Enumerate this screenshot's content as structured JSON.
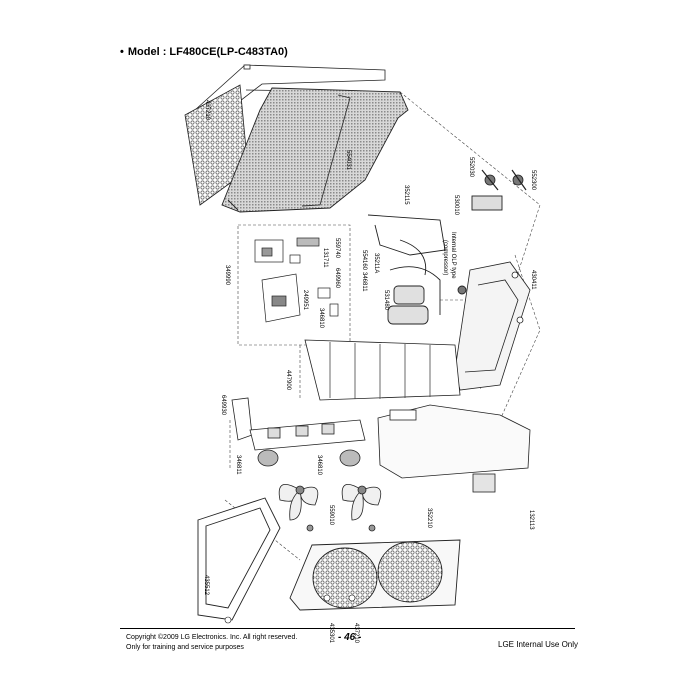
{
  "header": {
    "bullet": "•",
    "title": "Model : LF480CE(LP-C483TA0)"
  },
  "footer": {
    "copyright_line1": "Copyright ©2009 LG Electronics. Inc. All right reserved.",
    "copyright_line2": "Only for training and service purposes",
    "page_number": "- 46 -",
    "internal_use": "LGE Internal Use Only"
  },
  "diagram": {
    "callouts": [
      "437210",
      "554031",
      "352115",
      "552030",
      "530010",
      "552300",
      "349990",
      "131711",
      "559740",
      "649960",
      "346810",
      "249951",
      "35211A",
      "554160",
      "346811",
      "531480",
      "430411",
      "447900",
      "649930",
      "346811",
      "346810",
      "352210",
      "132113",
      "559010",
      "435512",
      "435301",
      "437210"
    ],
    "compressor_note_line1": "Internal OLP type",
    "compressor_note_line2": "(compressor)"
  }
}
